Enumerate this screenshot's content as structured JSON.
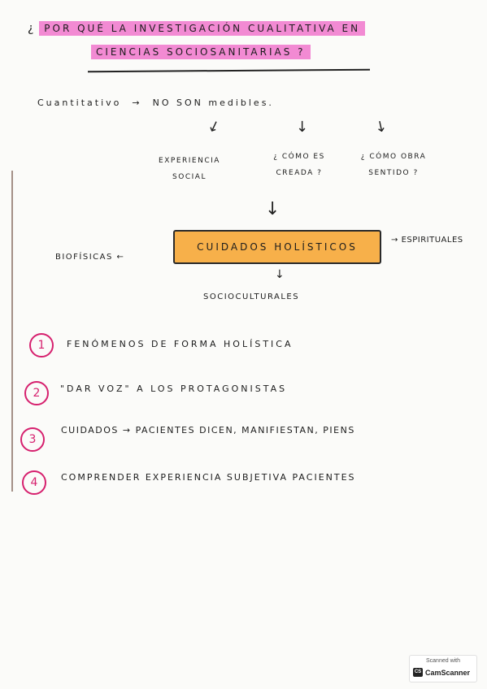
{
  "title": {
    "line1_q": "¿",
    "line1": "POR QUÉ LA INVESTIGACIÓN CUALITATIVA EN",
    "line2": "CIENCIAS SOCIOSANITARIAS ?"
  },
  "main_row": {
    "left": "Cuantitativo",
    "arrow": "→",
    "right": "NO SON medibles."
  },
  "arrows": {
    "down": "↓",
    "left": "←",
    "right": "→"
  },
  "branches": [
    {
      "line1": "EXPERIENCIA",
      "line2": "SOCIAL"
    },
    {
      "line1": "¿ CÓMO ES",
      "line2": "CREADA ?"
    },
    {
      "line1": "¿ CÓMO OBRA",
      "line2": "SENTIDO ?"
    }
  ],
  "center_box": "CUIDADOS HOLÍSTICOS",
  "left_label": "BIOFÍSICAS",
  "right_label": "ESPIRITUALES",
  "bottom_label": "SOCIOCULTURALES",
  "points": [
    {
      "number": "1",
      "text": "FENÓMENOS DE FORMA HOLÍSTICA"
    },
    {
      "number": "2",
      "text": "\"DAR VOZ\" A LOS PROTAGONISTAS"
    },
    {
      "number": "3",
      "text": "CUIDADOS → PACIENTES DICEN, MANIFIESTAN, PIENS"
    },
    {
      "number": "4",
      "text": "COMPRENDER EXPERIENCIA SUBJETIVA PACIENTES"
    }
  ],
  "scanner_badge": {
    "top": "Scanned with",
    "brand": "CamScanner",
    "logo": "CS"
  },
  "colors": {
    "highlight_pink": "#f28ad3",
    "highlight_orange": "#f7b04a",
    "number_magenta": "#d6206e"
  }
}
